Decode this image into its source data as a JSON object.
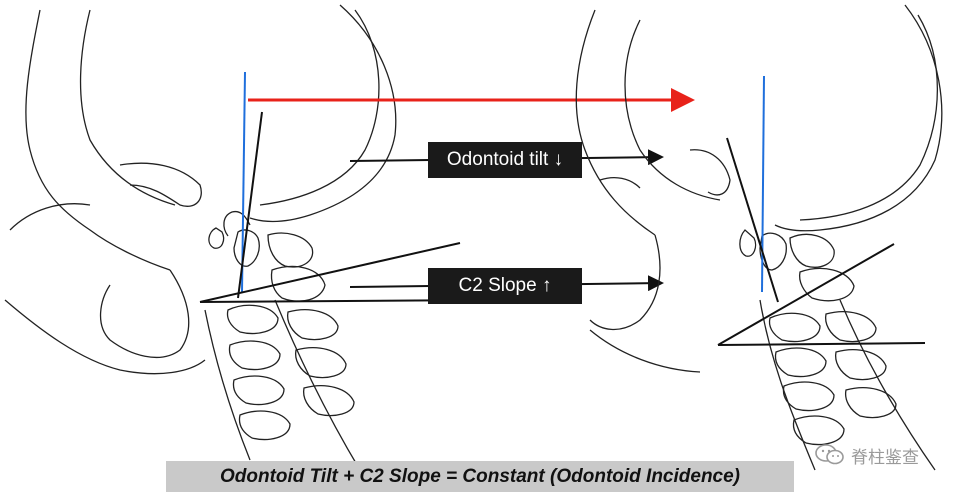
{
  "labels": {
    "odontoid_tilt": "Odontoid tilt ↓",
    "c2_slope": "C2 Slope ↑"
  },
  "caption": "Odontoid Tilt + C2 Slope = Constant (Odontoid Incidence)",
  "watermark": {
    "text": "脊柱鉴查",
    "icon": "wechat-icon"
  },
  "colors": {
    "arrow": "#e8221a",
    "vertical_reference": "#1f6fdc",
    "outline": "#111111",
    "label_background": "#1a1a1a",
    "caption_background": "#c9c9c9"
  }
}
